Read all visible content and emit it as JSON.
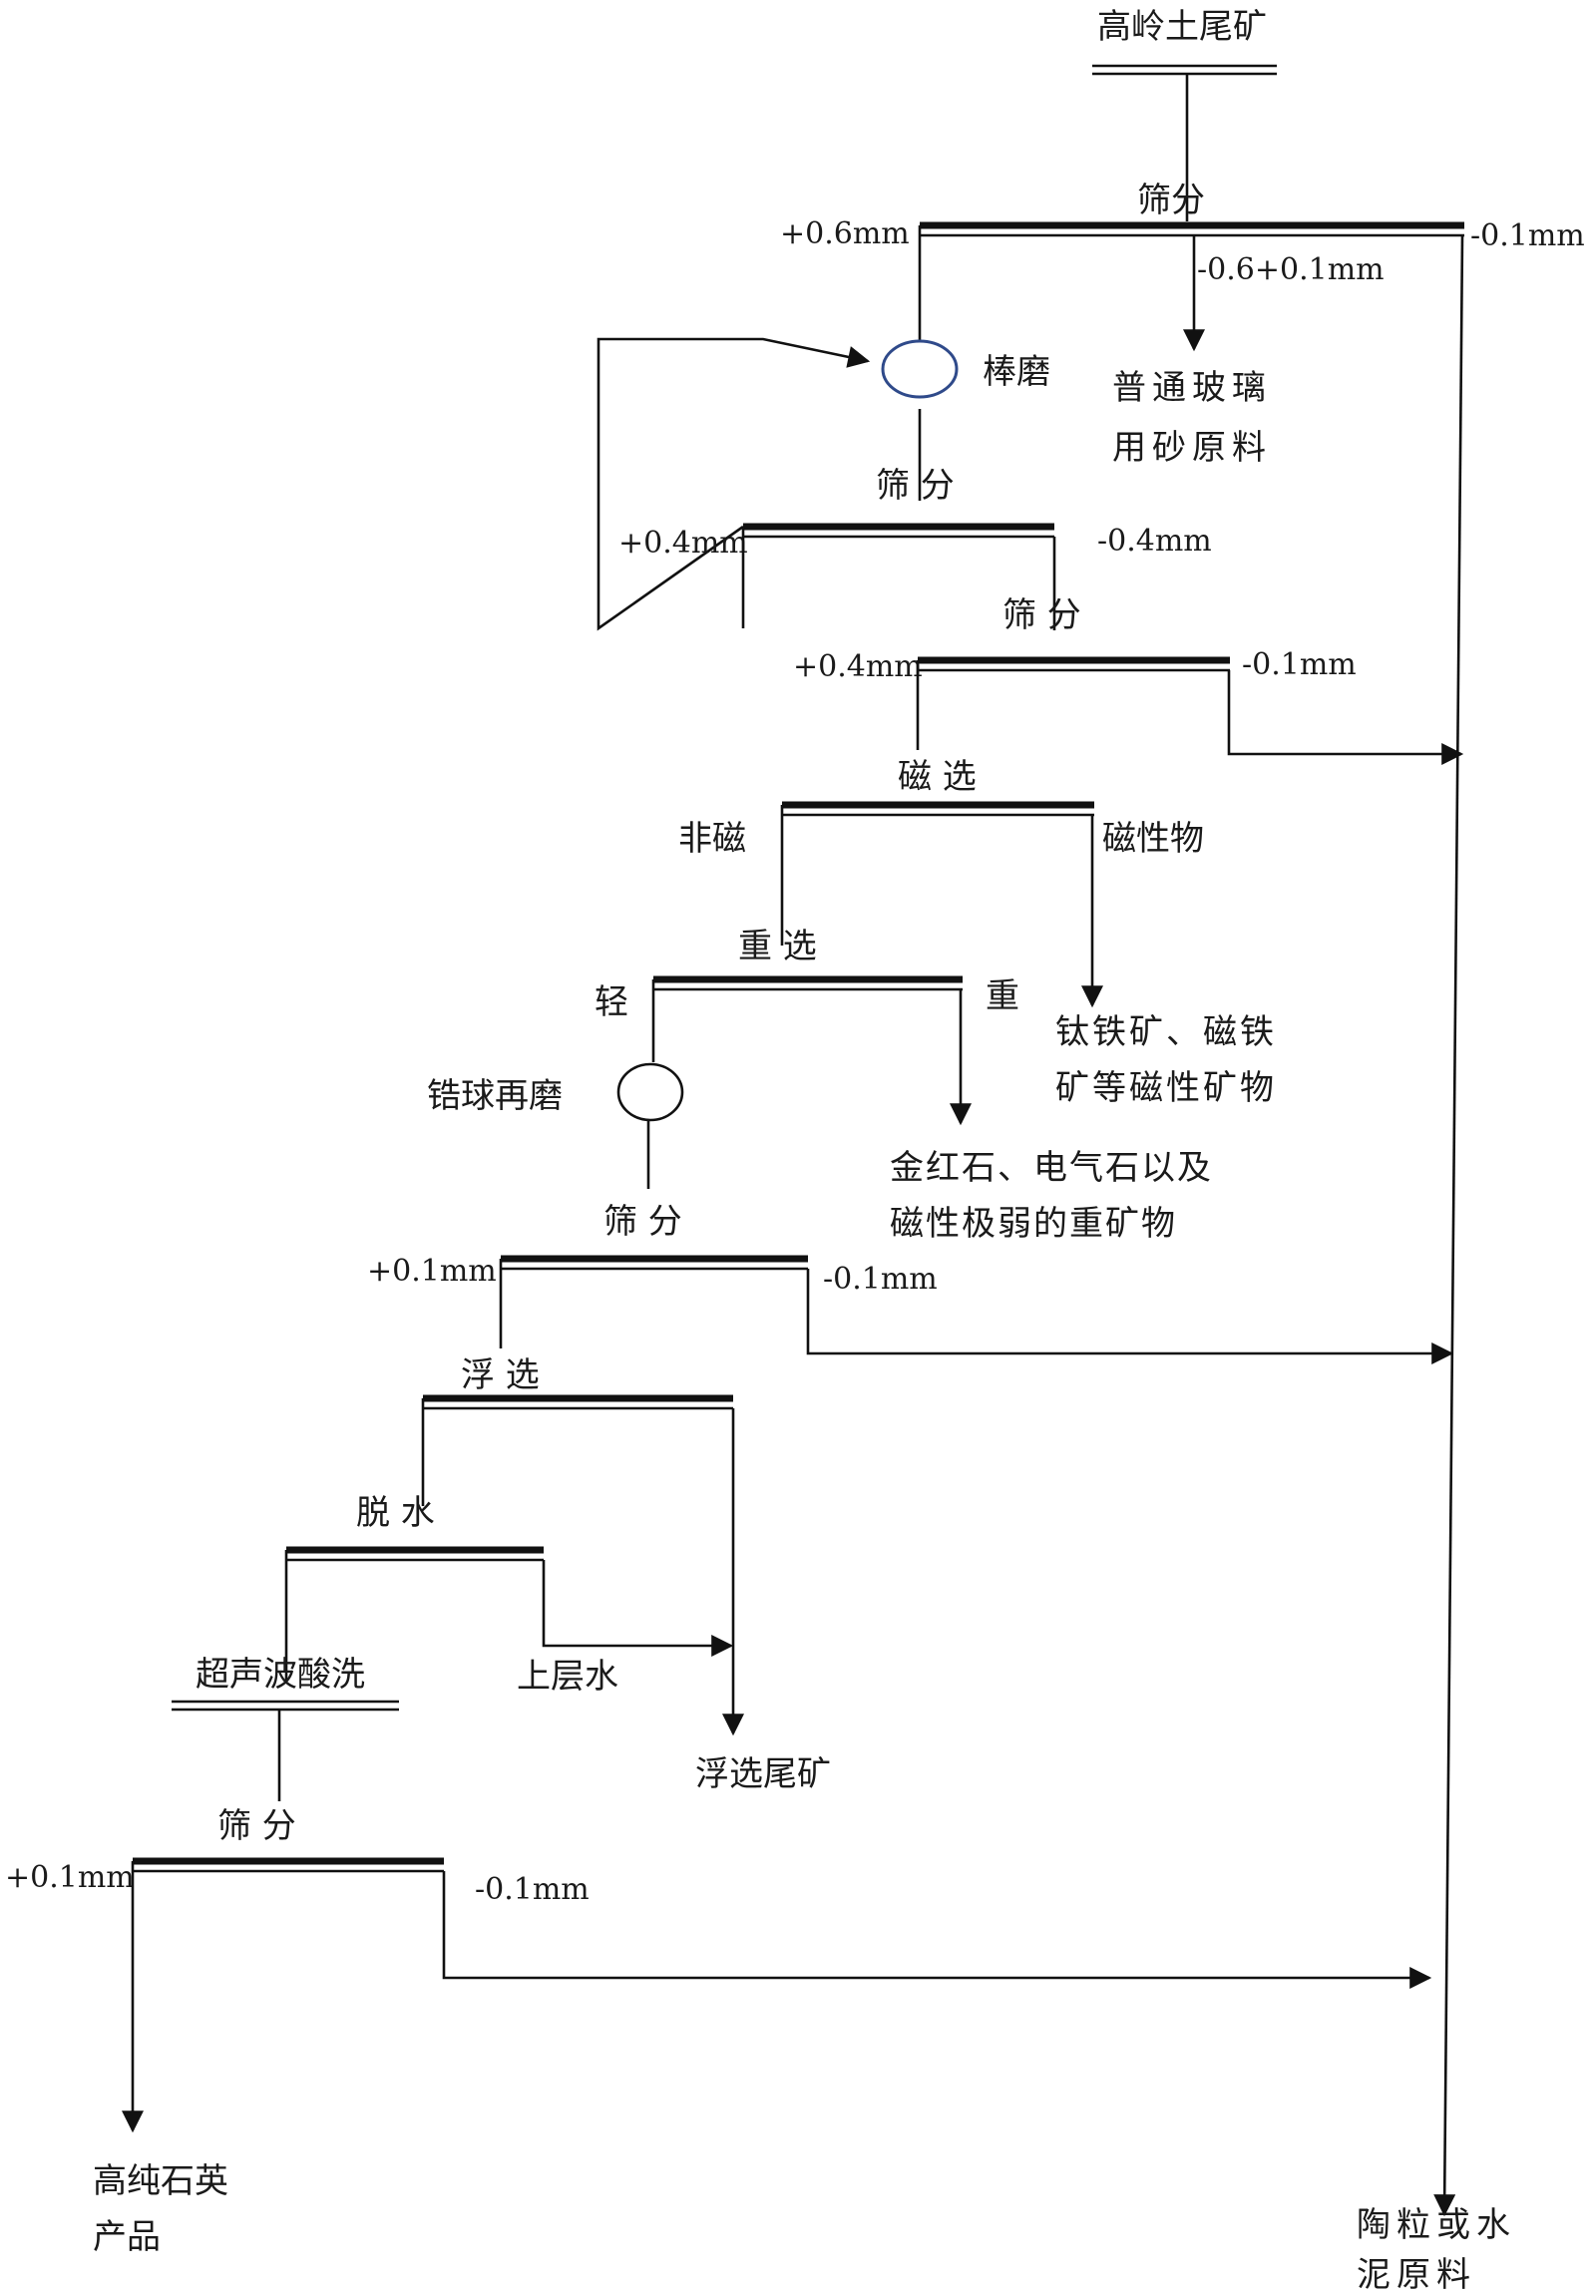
{
  "nodes": {
    "feed": "高岭土尾矿",
    "screen1": "筛分",
    "s1_coarse": "+0.6mm",
    "s1_fine": "-0.1mm",
    "s1_mid": "-0.6+0.1mm",
    "glass_l1": "普通玻璃",
    "glass_l2": "用砂原料",
    "rodmill": "棒磨",
    "screen2": "筛 分",
    "s2_coarse": "+0.4mm",
    "s2_fine": "-0.4mm",
    "screen3": "筛 分",
    "s3_coarse": "+0.4mm",
    "s3_fine": "-0.1mm",
    "magsep": "磁 选",
    "nonmag": "非磁",
    "magprod": "磁性物",
    "magminerals_l1": "钛铁矿、磁铁",
    "magminerals_l2": "矿等磁性矿物",
    "gravity": "重 选",
    "light": "轻",
    "heavy": "重",
    "heavyminerals_l1": "金红石、电气石以及",
    "heavyminerals_l2": "磁性极弱的重矿物",
    "regrind": "锆球再磨",
    "screen4": "筛 分",
    "s4_coarse": "+0.1mm",
    "s4_fine": "-0.1mm",
    "flotation": "浮 选",
    "dewater": "脱 水",
    "supernatant": "上层水",
    "flot_tail": "浮选尾矿",
    "acidwash": "超声波酸洗",
    "screen5": "筛 分",
    "s5_coarse": "+0.1mm",
    "s5_fine": "-0.1mm",
    "product_l1": "高纯石英",
    "product_l2": "产品",
    "ceramic_l1": "陶粒或水",
    "ceramic_l2": "泥原料"
  },
  "colors": {
    "line": "#111111",
    "mill_circle": "#2f4a8a"
  }
}
